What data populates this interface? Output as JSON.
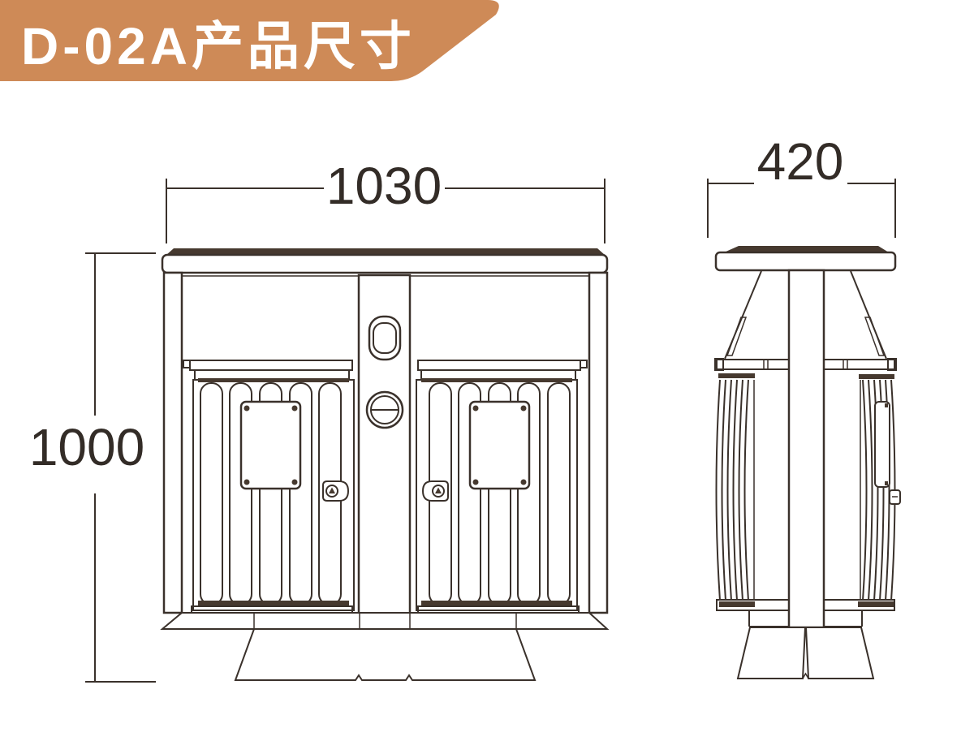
{
  "banner": {
    "title": "D-02A产品尺寸",
    "bg_color": "#ce8a57",
    "text_color": "#ffffff"
  },
  "drawing": {
    "type": "technical-dimension-drawing",
    "product": "D-02A outdoor double dustbin",
    "line_color": "#3a312b",
    "views": {
      "front": {
        "label": "front-view",
        "width_mm": "1030",
        "height_mm": "1000"
      },
      "side": {
        "label": "side-view",
        "depth_mm": "420"
      }
    }
  }
}
